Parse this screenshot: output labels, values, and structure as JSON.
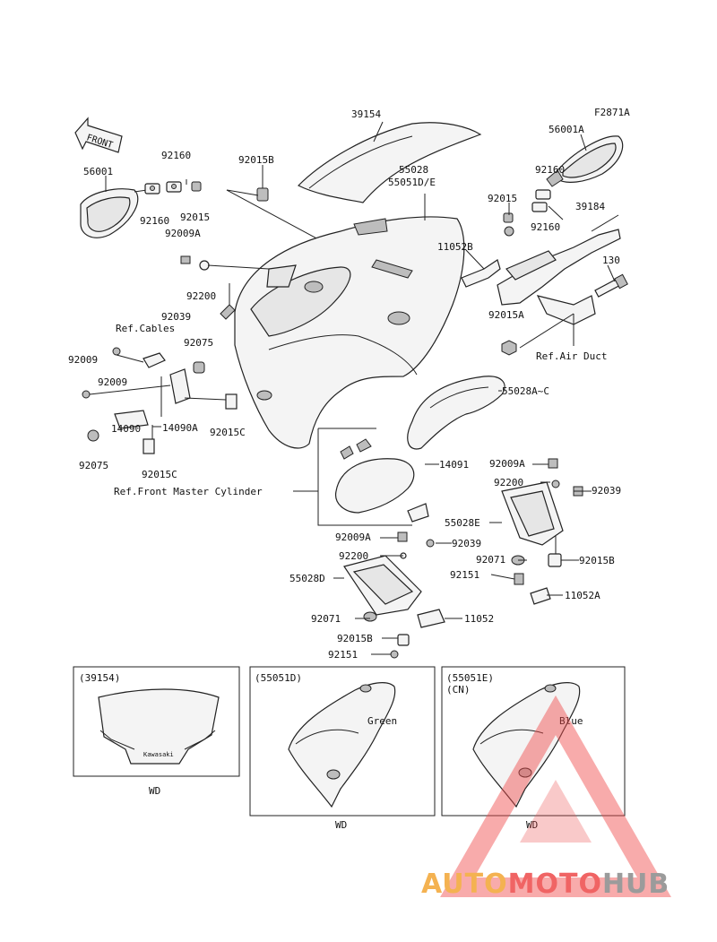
{
  "diagram_code": "F2871A",
  "front_arrow_text": "FRONT",
  "labels": {
    "l39154": "39154",
    "l56001A": "56001A",
    "l92160_top": "92160",
    "l56001": "56001",
    "l92015B_top": "92015B",
    "l55028": "55028",
    "l55051DE": "55051D/E",
    "l92160_r1": "92160",
    "l92015_r": "92015",
    "l39184": "39184",
    "l92160_r2": "92160",
    "l92160_l": "92160",
    "l92015_l": "92015",
    "l92009A_l": "92009A",
    "l11052B": "11052B",
    "l130": "130",
    "l92200_l": "92200",
    "l92039_l": "92039",
    "l92015A": "92015A",
    "refCables": "Ref.Cables",
    "l92075_top": "92075",
    "refAirDuct": "Ref.Air Duct",
    "l92009": "92009",
    "l92009_b": "92009",
    "l55028AC": "55028A~C",
    "l14090A": "14090A",
    "l14090": "14090",
    "l92015C_r": "92015C",
    "l92075_b": "92075",
    "l92015C_b": "92015C",
    "l14091": "14091",
    "l92009A_r": "92009A",
    "l92200_r": "92200",
    "l92039_r": "92039",
    "refFrontMaster": "Ref.Front Master Cylinder",
    "l55028E": "55028E",
    "l92009A_m": "92009A",
    "l92039_m": "92039",
    "l92071_r": "92071",
    "l92015B_r": "92015B",
    "l92200_m": "92200",
    "l92151_r": "92151",
    "l55028D": "55028D",
    "l11052A": "11052A",
    "l92071_m": "92071",
    "l11052": "11052",
    "l92015B_m": "92015B",
    "l92151_m": "92151"
  },
  "insets": [
    {
      "title": "(39154)",
      "subtitle": "",
      "color": "",
      "footer": "WD",
      "logo": "Kawasaki"
    },
    {
      "title": "(55051D)",
      "subtitle": "",
      "color": "Green",
      "footer": "WD"
    },
    {
      "title": "(55051E)",
      "subtitle": "(CN)",
      "color": "Blue",
      "footer": "WD"
    }
  ],
  "watermark": {
    "part1": "AUTO",
    "part2": "MOTO",
    "part3": "HUB",
    "color1": "#f3a533",
    "color2": "#ee4a4a",
    "color3": "#8a8a8a"
  }
}
